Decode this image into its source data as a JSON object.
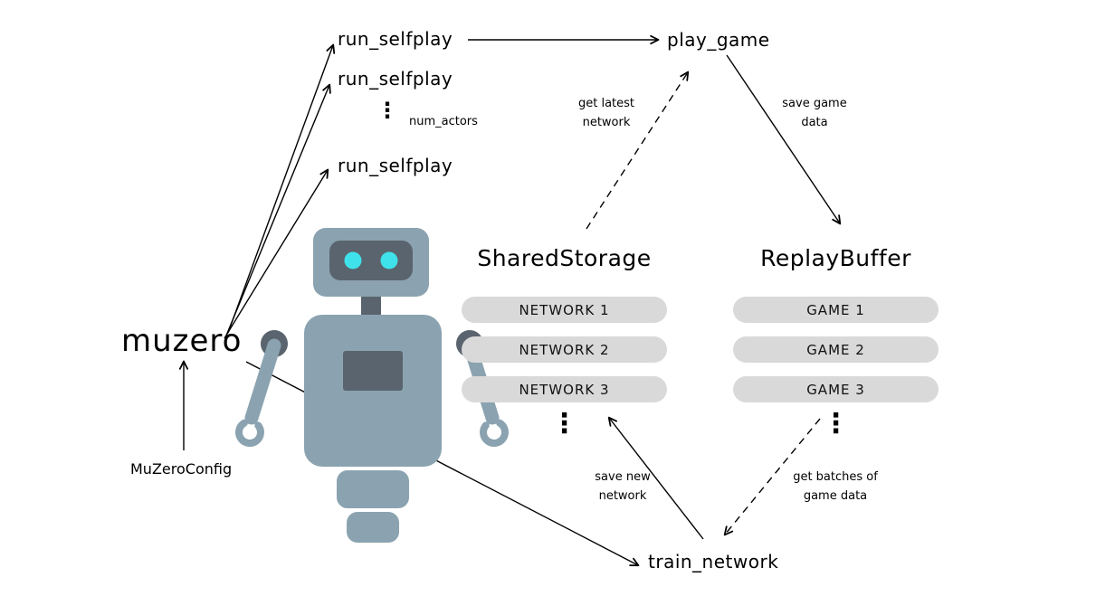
{
  "diagram": {
    "muzero_label": "muzero",
    "config_label": "MuZeroConfig",
    "actors": {
      "run_selfplay_1": "run_selfplay",
      "run_selfplay_2": "run_selfplay",
      "run_selfplay_3": "run_selfplay",
      "num_actors_label": "num_actors",
      "ellipsis": "⋮"
    },
    "play_game_label": "play_game",
    "train_network_label": "train_network",
    "shared_storage": {
      "title": "SharedStorage",
      "items": [
        "NETWORK 1",
        "NETWORK 2",
        "NETWORK 3"
      ],
      "ellipsis": "⋮"
    },
    "replay_buffer": {
      "title": "ReplayBuffer",
      "items": [
        "GAME 1",
        "GAME 2",
        "GAME 3"
      ],
      "ellipsis": "⋮"
    },
    "edges": {
      "get_latest_network": "get latest\nnetwork",
      "save_game_data": "save game\ndata",
      "save_new_network": "save new\nnetwork",
      "get_batches_of_game_data": "get batches of\ngame data"
    },
    "colors": {
      "pill_fill": "#d9d9d9",
      "robot_body": "#8ba3b0",
      "robot_dark": "#5a646e",
      "robot_eye": "#3fe2ea",
      "line": "#000000"
    }
  }
}
